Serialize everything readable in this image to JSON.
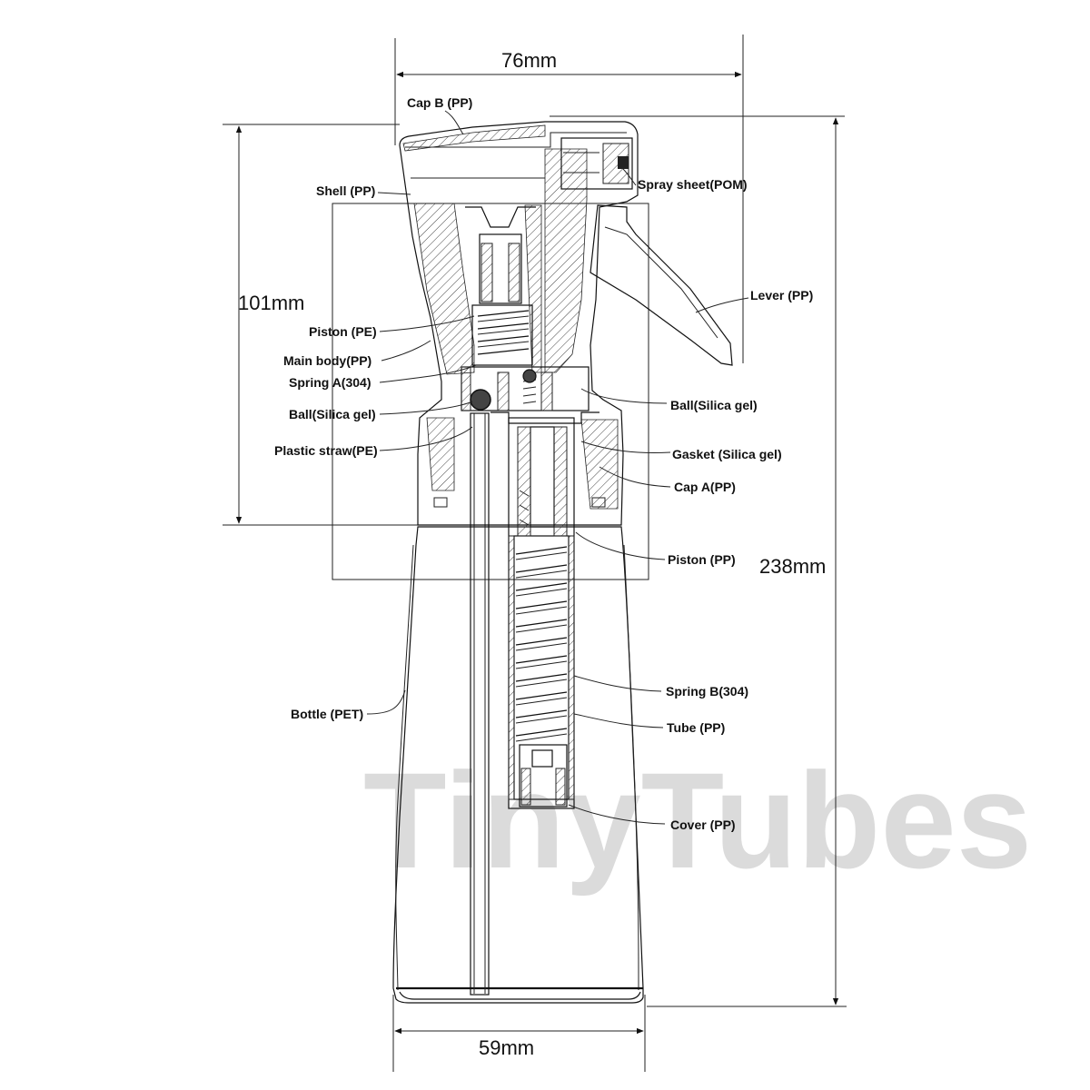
{
  "dimensions": {
    "top_width": "76mm",
    "head_height": "101mm",
    "total_height": "238mm",
    "base_width": "59mm"
  },
  "parts": {
    "cap_b": "Cap B (PP)",
    "shell": "Shell (PP)",
    "spray_sheet": "Spray sheet(POM)",
    "lever": "Lever (PP)",
    "piston_pe": "Piston (PE)",
    "main_body": "Main body(PP)",
    "spring_a": "Spring A(304)",
    "ball_left": "Ball(Silica gel)",
    "ball_right": "Ball(Silica gel)",
    "plastic_straw": "Plastic straw(PE)",
    "gasket": "Gasket (Silica gel)",
    "cap_a": "Cap A(PP)",
    "piston_pp": "Piston (PP)",
    "bottle": "Bottle (PET)",
    "spring_b": "Spring B(304)",
    "tube": "Tube (PP)",
    "cover": "Cover (PP)"
  },
  "watermark": "TinyTubes"
}
